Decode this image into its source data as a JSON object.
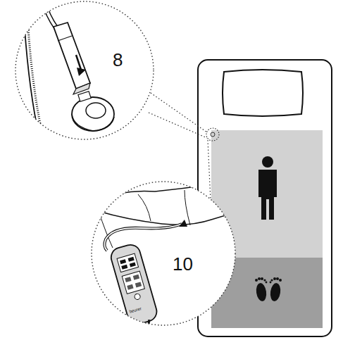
{
  "diagram": {
    "labels": [
      "8",
      "10",
      "beurer"
    ]
  }
}
